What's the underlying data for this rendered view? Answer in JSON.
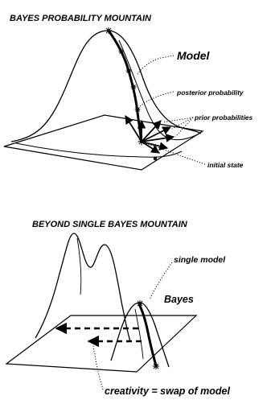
{
  "top_diagram": {
    "title": "BAYES PROBABILITY MOUNTAIN",
    "labels": {
      "model": "Model",
      "posterior": "posterior probability",
      "prior": "prior probabilities",
      "initial_state": "initial state"
    }
  },
  "bottom_diagram": {
    "title": "BEYOND SINGLE BAYES MOUNTAIN",
    "labels": {
      "single_model": "single model",
      "bayes": "Bayes",
      "creativity": "creativity = swap of model"
    }
  },
  "colors": {
    "ink": "#000000",
    "background": "#ffffff"
  }
}
